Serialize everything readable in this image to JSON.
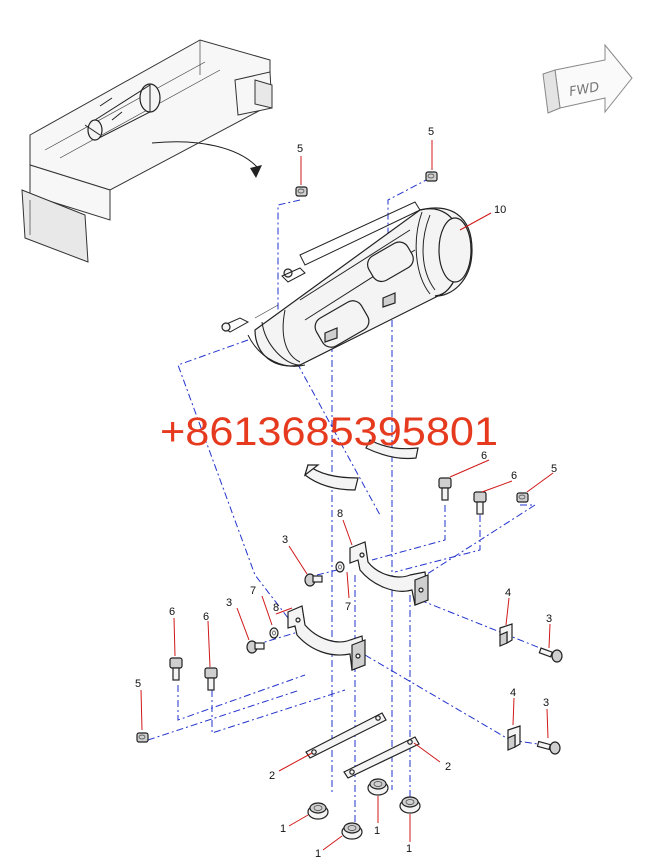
{
  "watermark": "+8613685395801",
  "direction_badge": {
    "text": "FWD"
  },
  "callouts": {
    "c1a": "1",
    "c1b": "1",
    "c1c": "1",
    "c1d": "1",
    "c2a": "2",
    "c2b": "2",
    "c3a": "3",
    "c3b": "3",
    "c3c": "3",
    "c3d": "3",
    "c4a": "4",
    "c4b": "4",
    "c5a": "5",
    "c5b": "5",
    "c5c": "5",
    "c5d": "5",
    "c6a": "6",
    "c6b": "6",
    "c6c": "6",
    "c6d": "6",
    "c7a": "7",
    "c7b": "7",
    "c8a": "8",
    "c8b": "8",
    "c10": "10"
  },
  "colors": {
    "leader": "#d01818",
    "centerline": "#2233cc",
    "watermark": "#e63a1f"
  }
}
